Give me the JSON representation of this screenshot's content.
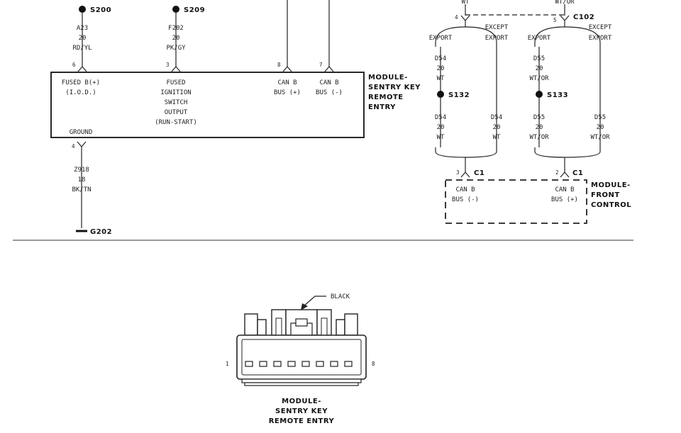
{
  "splices": {
    "s200": "S200",
    "s209": "S209",
    "s132": "S132",
    "s133": "S133"
  },
  "connectors": {
    "c102": "C102",
    "c1_left": "C1",
    "c1_right": "C1",
    "g202": "G202"
  },
  "wires": {
    "a23": [
      "A23",
      "20",
      "RD/YL"
    ],
    "f202": [
      "F202",
      "20",
      "PK/GY"
    ],
    "z918": [
      "Z918",
      "18",
      "BK/TN"
    ],
    "d54_top": [
      "D54",
      "20",
      "WT"
    ],
    "d54_bottom_left": [
      "D54",
      "20",
      "WT"
    ],
    "d54_bottom_right": [
      "D54",
      "20",
      "WT"
    ],
    "d55_top": [
      "D55",
      "20",
      "WT/OR"
    ],
    "d55_bottom_left": [
      "D55",
      "20",
      "WT/OR"
    ],
    "d55_bottom_right": [
      "D55",
      "20",
      "WT/OR"
    ],
    "top_partial_left": "WT",
    "top_partial_right": "WT/OR"
  },
  "pins": {
    "p6": "6",
    "p3": "3",
    "p8": "8",
    "p7": "7",
    "p4_ground": "4",
    "p4_c102": "4",
    "p5_c102": "5",
    "p3_c1": "3",
    "p2_c1": "2",
    "p1_conn": "1",
    "p8_conn": "8"
  },
  "sentry_module": {
    "label": [
      "MODULE-",
      "SENTRY KEY",
      "REMOTE",
      "ENTRY"
    ],
    "fused_b": [
      "FUSED B(+)",
      "(I.O.D.)"
    ],
    "fused_ign": [
      "FUSED",
      "IGNITION",
      "SWITCH",
      "OUTPUT",
      "(RUN-START)"
    ],
    "can_b_plus": [
      "CAN B",
      "BUS (+)"
    ],
    "can_b_minus": [
      "CAN B",
      "BUS (-)"
    ],
    "ground": "GROUND"
  },
  "front_control_module": {
    "label": [
      "MODULE-",
      "FRONT",
      "CONTROL"
    ],
    "can_b_minus": [
      "CAN B",
      "BUS (-)"
    ],
    "can_b_plus": [
      "CAN B",
      "BUS (+)"
    ]
  },
  "options": {
    "export": "EXPORT",
    "except_export": [
      "EXCEPT",
      "EXPORT"
    ]
  },
  "connector_view": {
    "color_callout": "BLACK",
    "label": [
      "MODULE-",
      "SENTRY KEY",
      "REMOTE ENTRY"
    ]
  }
}
